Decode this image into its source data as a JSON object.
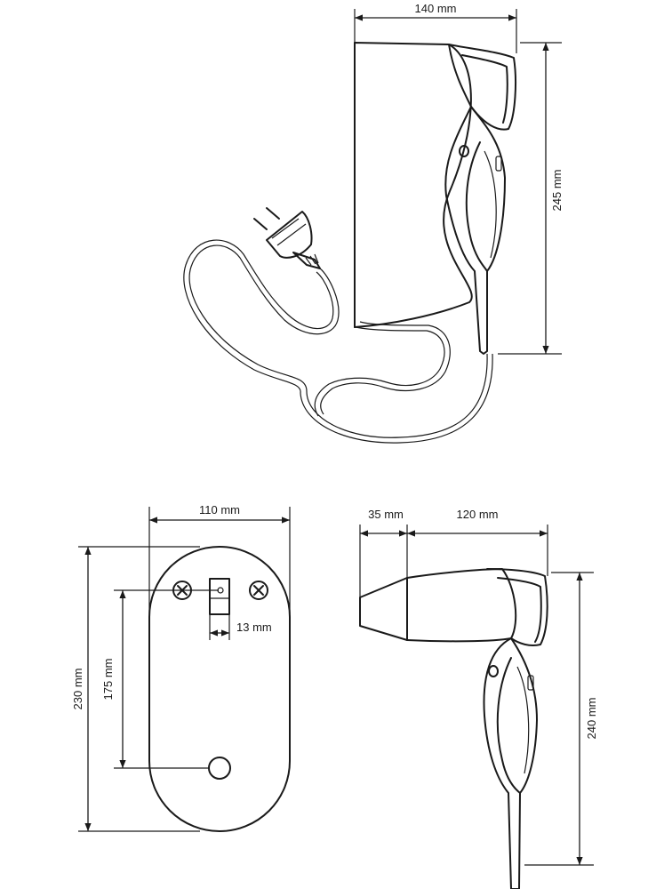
{
  "dimensions": {
    "top_width": "140 mm",
    "top_height": "245 mm",
    "plate_width": "110 mm",
    "plate_height": "230 mm",
    "hole_spacing": "175 mm",
    "slot_width": "13 mm",
    "nozzle_length": "35 mm",
    "body_length": "120 mm",
    "side_height": "240 mm"
  }
}
